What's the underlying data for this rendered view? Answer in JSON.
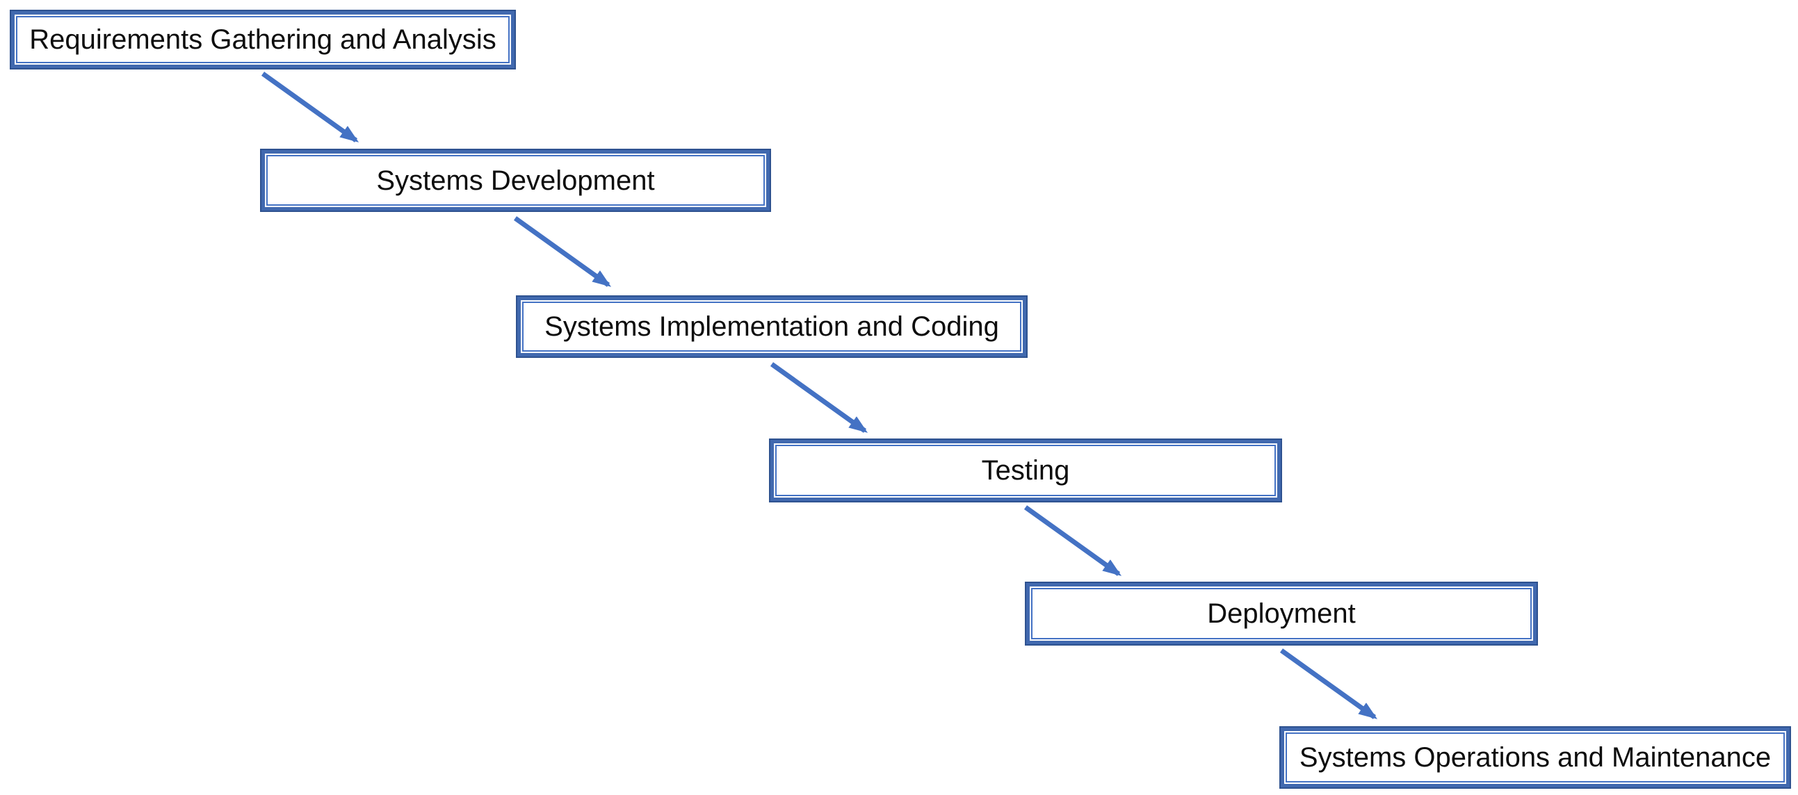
{
  "diagram_type": "waterfall-flowchart",
  "stages": [
    {
      "label": "Requirements Gathering and Analysis"
    },
    {
      "label": "Systems Development"
    },
    {
      "label": "Systems Implementation and Coding"
    },
    {
      "label": "Testing"
    },
    {
      "label": "Deployment"
    },
    {
      "label": "Systems Operations and Maintenance"
    }
  ],
  "arrows": [
    {
      "from": "Requirements Gathering and Analysis",
      "to": "Systems Development"
    },
    {
      "from": "Systems Development",
      "to": "Systems Implementation and Coding"
    },
    {
      "from": "Systems Implementation and Coding",
      "to": "Testing"
    },
    {
      "from": "Testing",
      "to": "Deployment"
    },
    {
      "from": "Deployment",
      "to": "Systems Operations and Maintenance"
    }
  ],
  "colors": {
    "background": "#ffffff",
    "box_fill": "#ffffff",
    "box_border_main": "#4472c4",
    "box_border_outer": "#2e5290",
    "arrow": "#4472c4",
    "text": "#0d0d0d"
  }
}
